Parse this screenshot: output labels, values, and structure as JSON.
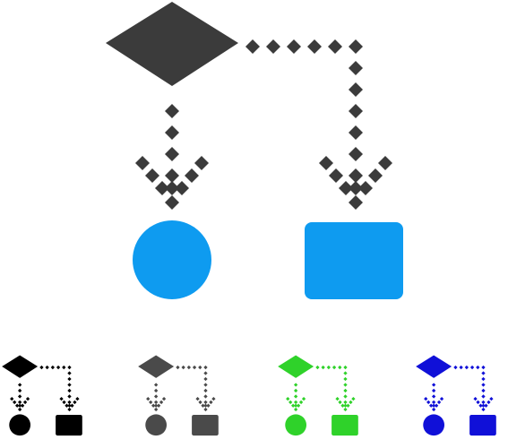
{
  "icon_set": {
    "main": {
      "icon": "flowchart-scheme-icon",
      "diamond_color": "#3b3b3b",
      "circle_color": "#0e9bf0",
      "rect_color": "#0e9bf0",
      "connector_color": "#3b3b3b"
    },
    "variants": [
      {
        "name": "black",
        "icon": "flowchart-scheme-icon",
        "color": "#000000"
      },
      {
        "name": "gray",
        "icon": "flowchart-scheme-icon",
        "color": "#4a4a4a"
      },
      {
        "name": "green",
        "icon": "flowchart-scheme-icon",
        "color": "#2fd22a"
      },
      {
        "name": "blue",
        "icon": "flowchart-scheme-icon",
        "color": "#1010d8"
      }
    ]
  }
}
